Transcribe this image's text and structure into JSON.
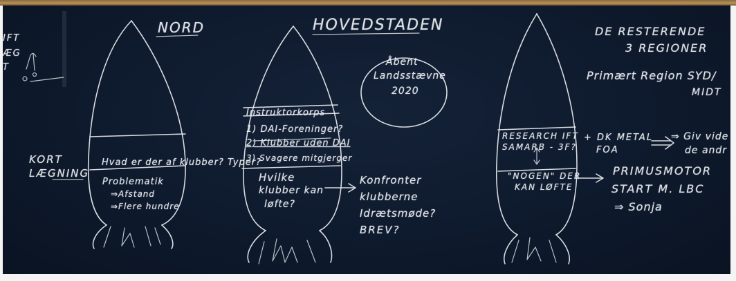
{
  "board": {
    "left_edge": {
      "line1": "IFT",
      "line2": "ÆG",
      "line3": "T"
    },
    "nord": {
      "title": "NORD",
      "question": "Hvad er der af klubber? Typer?",
      "side_label_1": "KORT",
      "side_label_2": "LÆGNING",
      "section_heading": "Problematik",
      "item1": "⇒Afstand",
      "item2": "⇒Flere hundre"
    },
    "hovedstaden": {
      "title": "HOVEDSTADEN",
      "oval_line1": "Åbent",
      "oval_line2": "Landsstævne",
      "oval_line3": "2020",
      "header": "Instruktorkorps",
      "item1": "1) DAI-Foreninger?",
      "item2": "2) Klubber uden DAI",
      "item3": "3) Svagere mitgjerger",
      "lower1": "Hvilke",
      "lower2": "klubber kan",
      "lower3": "løfte?",
      "arrow_text1": "Konfronter",
      "arrow_text2": "klubberne",
      "arrow_text3": "Idrætsmøde?",
      "arrow_text4": "BREV?"
    },
    "regioner": {
      "title1": "DE RESTERENDE",
      "title2": "3 REGIONER",
      "primary1": "Primært Region SYD/",
      "primary2": "MIDT",
      "research1": "RESEARCH IFT",
      "research2": "SAMARB - 3F?",
      "nogen1": "\"NOGEN\" DER",
      "nogen2": "KAN LØFTE",
      "dk_metal1": "+ DK METAL",
      "dk_metal2": "FOA",
      "giv1": "⇒ Giv vide",
      "giv2": "de andr",
      "primus1": "PRIMUSMOTOR",
      "primus2": "START M. LBC",
      "sonja": "⇒ Sonja"
    }
  },
  "colors": {
    "board": "#0e1a2d",
    "chalk": "#e8ebef",
    "frame": "#f4f4f4",
    "wood": "#b8925a"
  }
}
